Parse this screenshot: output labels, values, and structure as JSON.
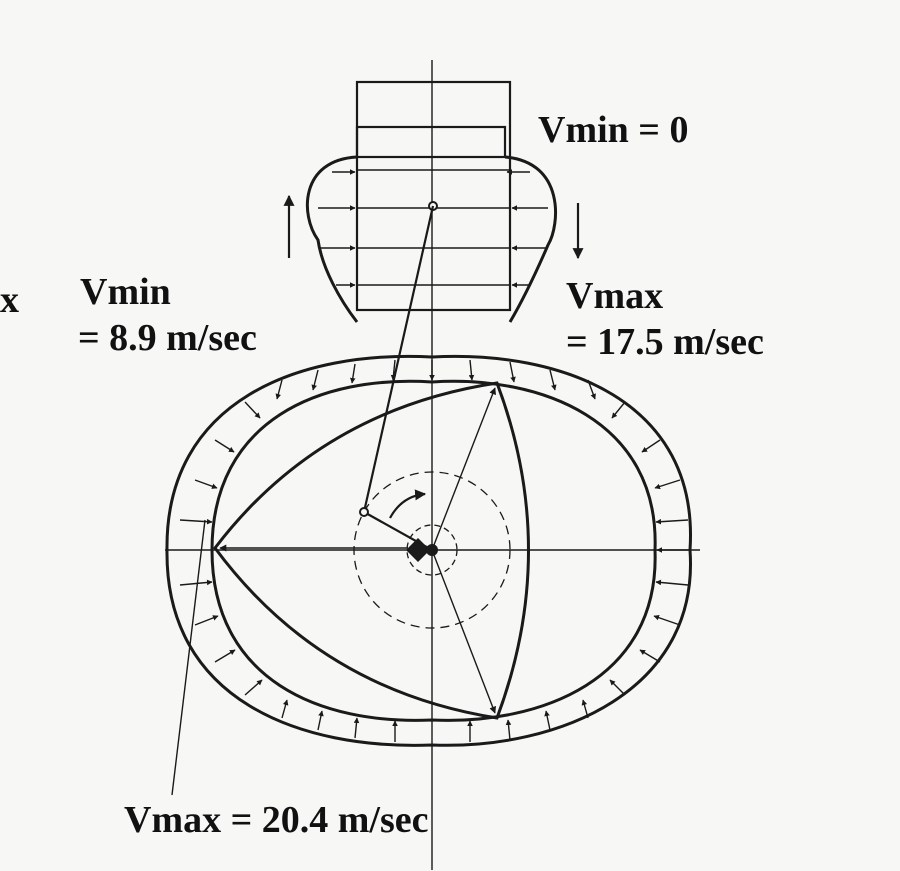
{
  "labels": {
    "vmin_zero": "Vmin = 0",
    "vmin_left_title": "Vmin",
    "vmin_left_value": "= 8.9 m/sec",
    "vmax_right_title": "Vmax",
    "vmax_right_value": "= 17.5 m/sec",
    "vmax_bottom": "Vmax = 20.4 m/sec",
    "edge_fragment": "x"
  },
  "colors": {
    "ink": "#1a1a1a",
    "paper": "#f7f7f5"
  }
}
